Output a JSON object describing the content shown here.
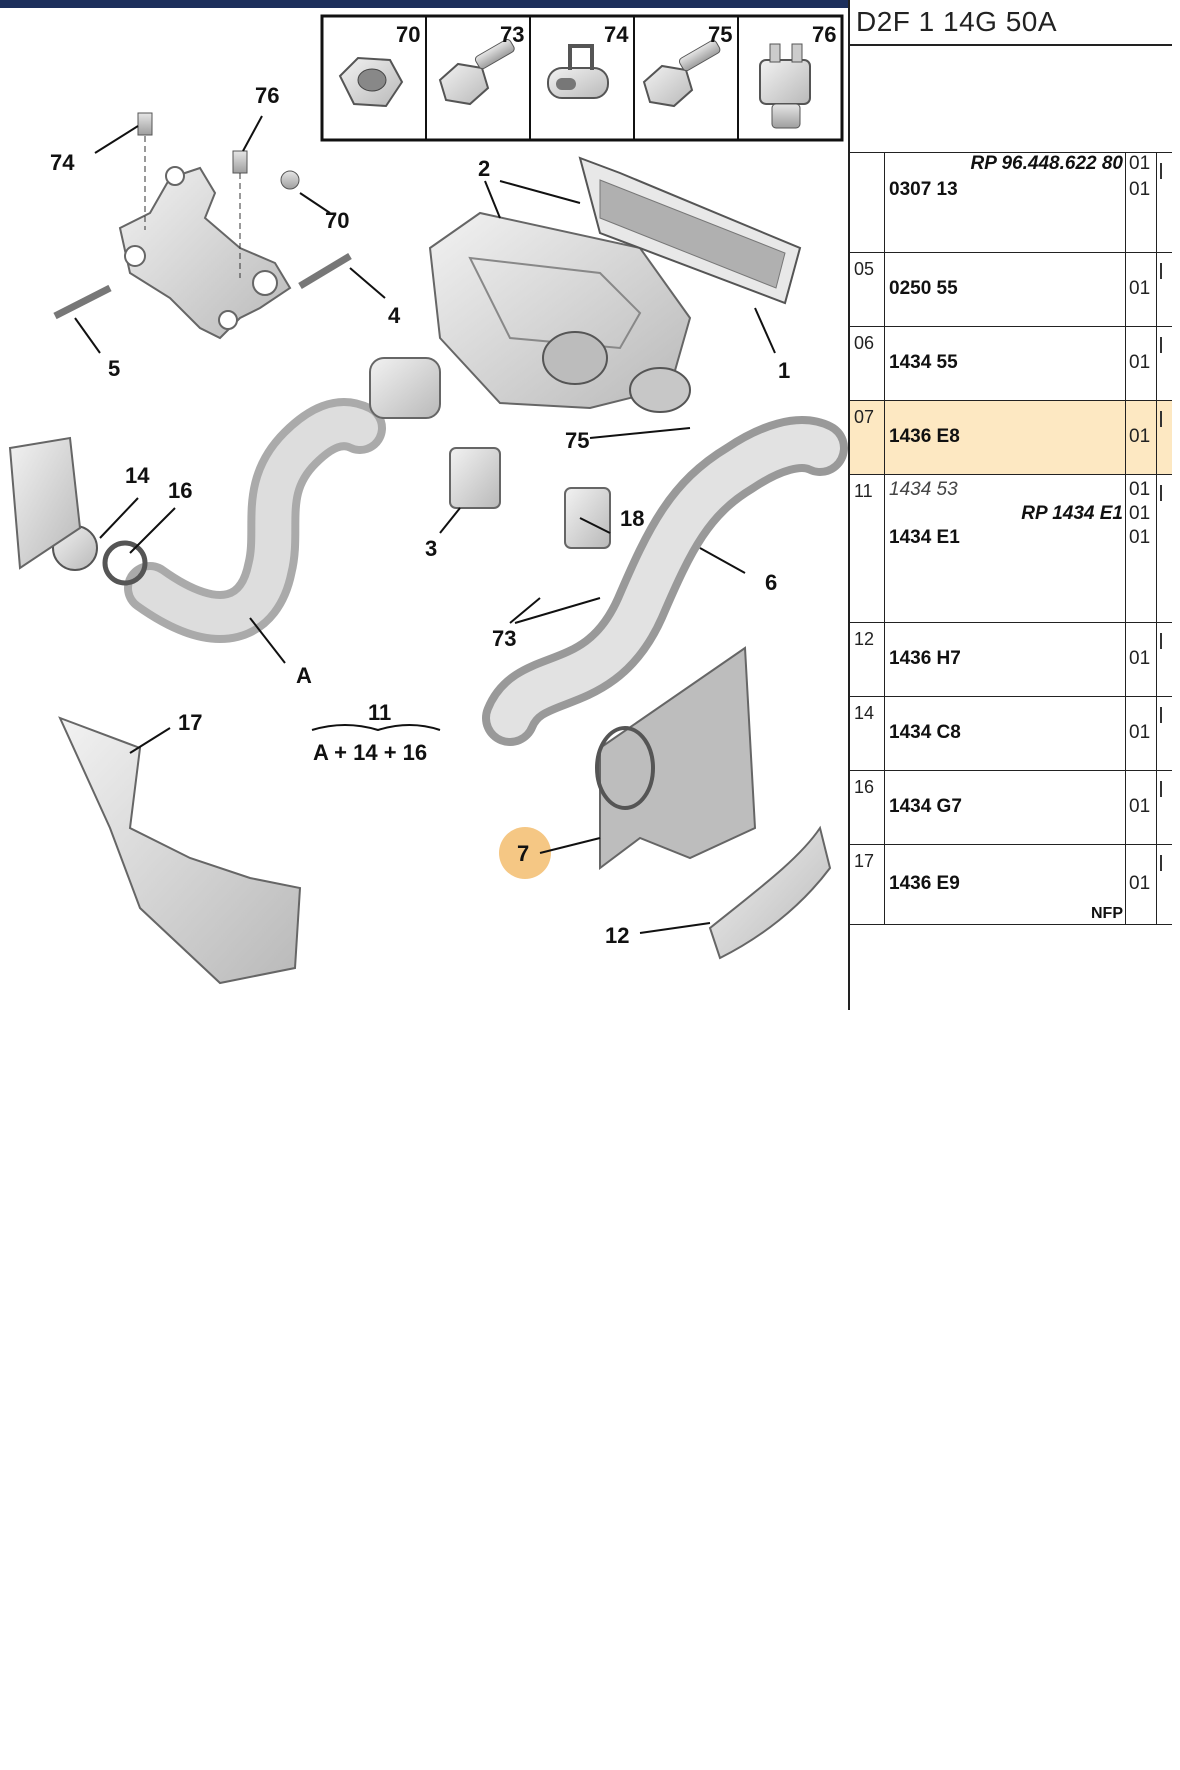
{
  "diagram": {
    "callouts": [
      "1",
      "2",
      "3",
      "4",
      "5",
      "6",
      "7",
      "11",
      "12",
      "14",
      "16",
      "17",
      "18",
      "70",
      "73",
      "74",
      "75",
      "76",
      "A"
    ],
    "hardware_box": [
      "70",
      "73",
      "74",
      "75",
      "76"
    ],
    "kit_formula": "A + 14 + 16",
    "highlight_color": "#f5c784"
  },
  "panel": {
    "catalog_code": "D2F 1 14G 50A",
    "selected_row_color": "#fde8c2"
  },
  "parts": [
    {
      "ref": "",
      "lines": [
        {
          "pn": "RP 96.448.622 80",
          "style": "rp",
          "qty": "01"
        },
        {
          "pn": "0307 13",
          "style": "bold",
          "qty": "01"
        }
      ]
    },
    {
      "ref": "05",
      "lines": [
        {
          "pn": "0250 55",
          "style": "bold",
          "qty": "01"
        }
      ]
    },
    {
      "ref": "06",
      "lines": [
        {
          "pn": "1434 55",
          "style": "bold",
          "qty": "01"
        }
      ]
    },
    {
      "ref": "07",
      "lines": [
        {
          "pn": "1436 E8",
          "style": "bold",
          "qty": "01"
        }
      ],
      "selected": true
    },
    {
      "ref": "11",
      "lines": [
        {
          "pn": "1434 53",
          "style": "old",
          "qty": "01"
        },
        {
          "pn": "RP 1434 E1",
          "style": "rp",
          "qty": "01"
        },
        {
          "pn": "1434 E1",
          "style": "bold",
          "qty": "01"
        }
      ]
    },
    {
      "ref": "12",
      "lines": [
        {
          "pn": "1436 H7",
          "style": "bold",
          "qty": "01"
        }
      ]
    },
    {
      "ref": "14",
      "lines": [
        {
          "pn": "1434 C8",
          "style": "bold",
          "qty": "01"
        }
      ]
    },
    {
      "ref": "16",
      "lines": [
        {
          "pn": "1434 G7",
          "style": "bold",
          "qty": "01"
        }
      ]
    },
    {
      "ref": "17",
      "lines": [
        {
          "pn": "1436 E9",
          "style": "bold",
          "qty": "01"
        }
      ],
      "note": "NFP"
    }
  ]
}
